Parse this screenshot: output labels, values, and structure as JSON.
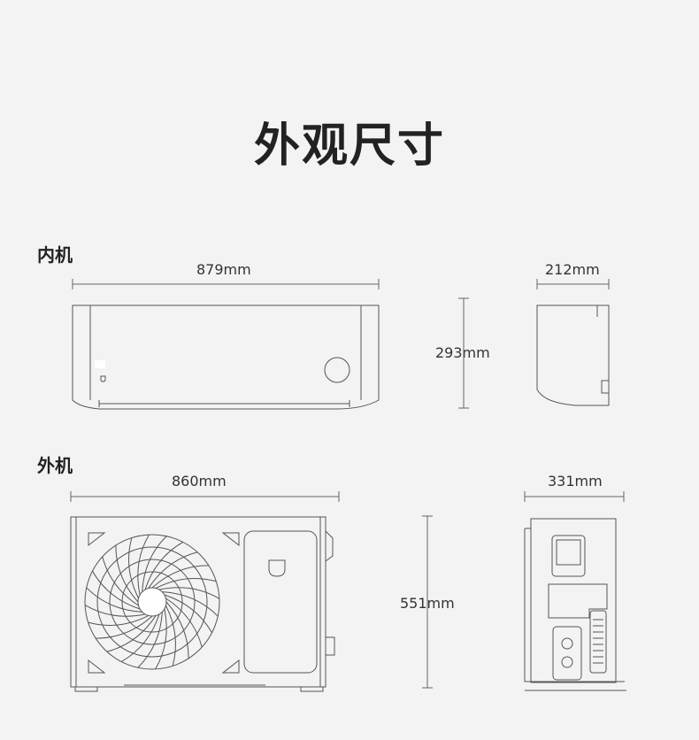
{
  "title": "外观尺寸",
  "indoor": {
    "label": "内机",
    "width": "879mm",
    "depth": "212mm",
    "height": "293mm"
  },
  "outdoor": {
    "label": "外机",
    "width": "860mm",
    "depth": "331mm",
    "height": "551mm"
  },
  "colors": {
    "background": "#f3f3f3",
    "line": "#555555",
    "text": "#222222"
  }
}
